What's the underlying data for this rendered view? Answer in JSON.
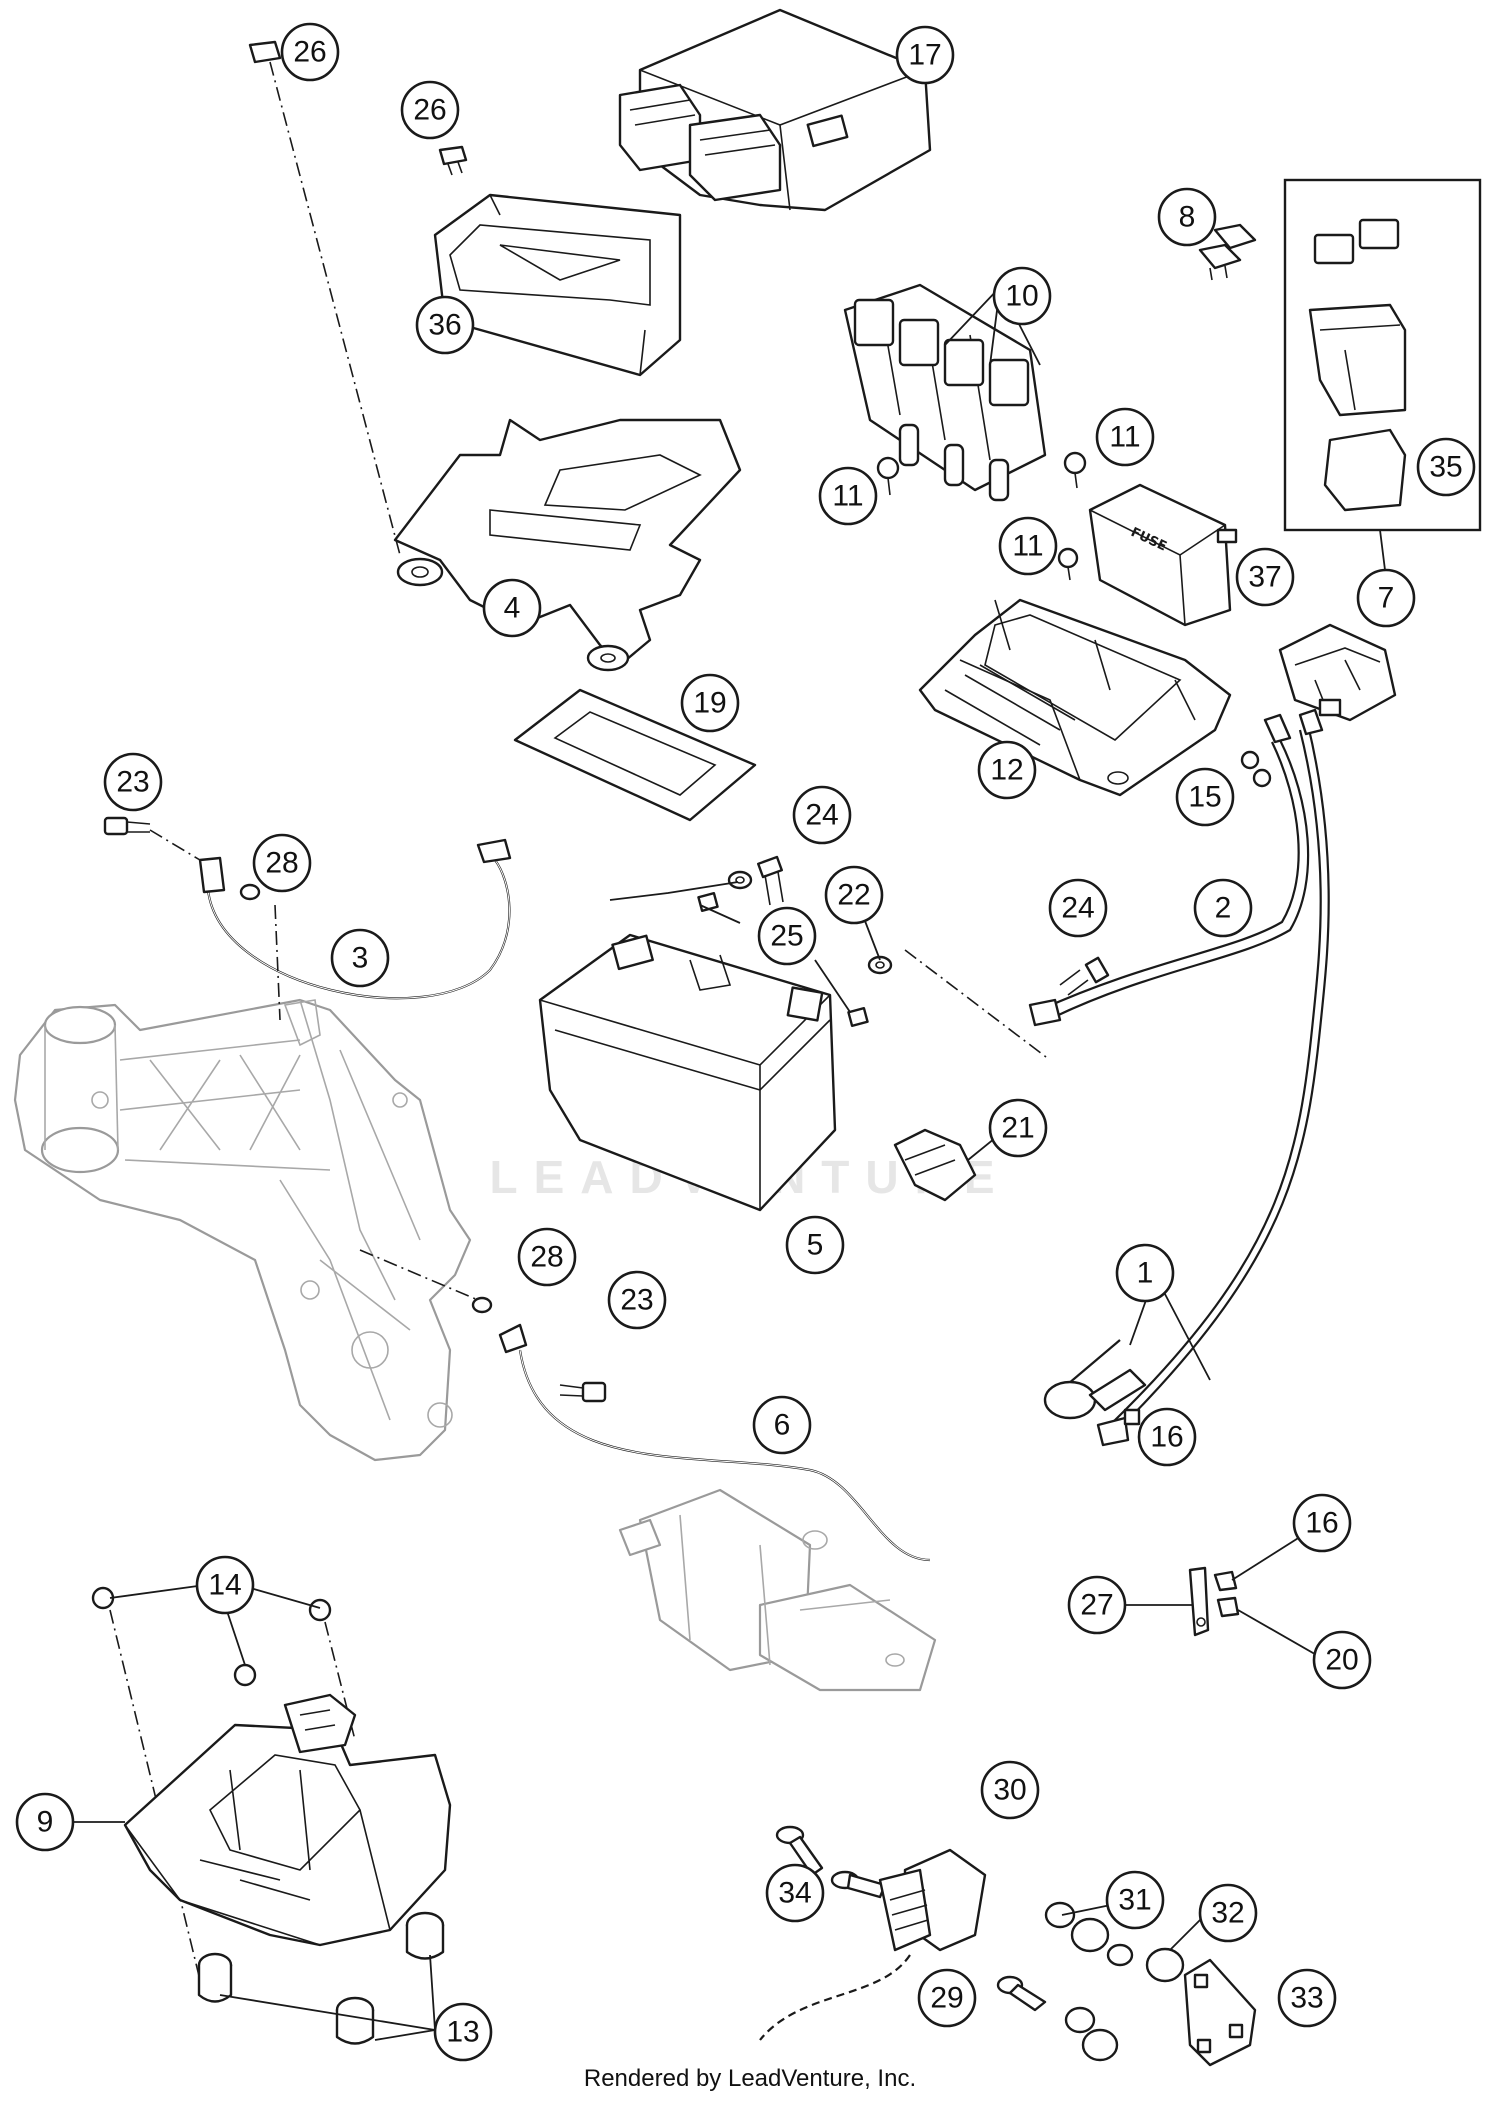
{
  "watermark": "LEADVENTURE",
  "footer": "Rendered by LeadVenture, Inc.",
  "part_labels": {
    "fuse_box": "FUSE"
  },
  "callouts": {
    "c26a": "26",
    "c26b": "26",
    "c17": "17",
    "c36": "36",
    "c8": "8",
    "c10": "10",
    "c11a": "11",
    "c11b": "11",
    "c11c": "11",
    "c35": "35",
    "c37": "37",
    "c7": "7",
    "c4": "4",
    "c19": "19",
    "c12": "12",
    "c15": "15",
    "c23a": "23",
    "c28a": "28",
    "c3": "3",
    "c24a": "24",
    "c22": "22",
    "c25": "25",
    "c24b": "24",
    "c2": "2",
    "c21": "21",
    "c5": "5",
    "c28b": "28",
    "c23b": "23",
    "c1": "1",
    "c16a": "16",
    "c6": "6",
    "c16b": "16",
    "c27": "27",
    "c20": "20",
    "c14": "14",
    "c9": "9",
    "c30": "30",
    "c34": "34",
    "c31": "31",
    "c32": "32",
    "c29": "29",
    "c33": "33",
    "c13": "13"
  }
}
